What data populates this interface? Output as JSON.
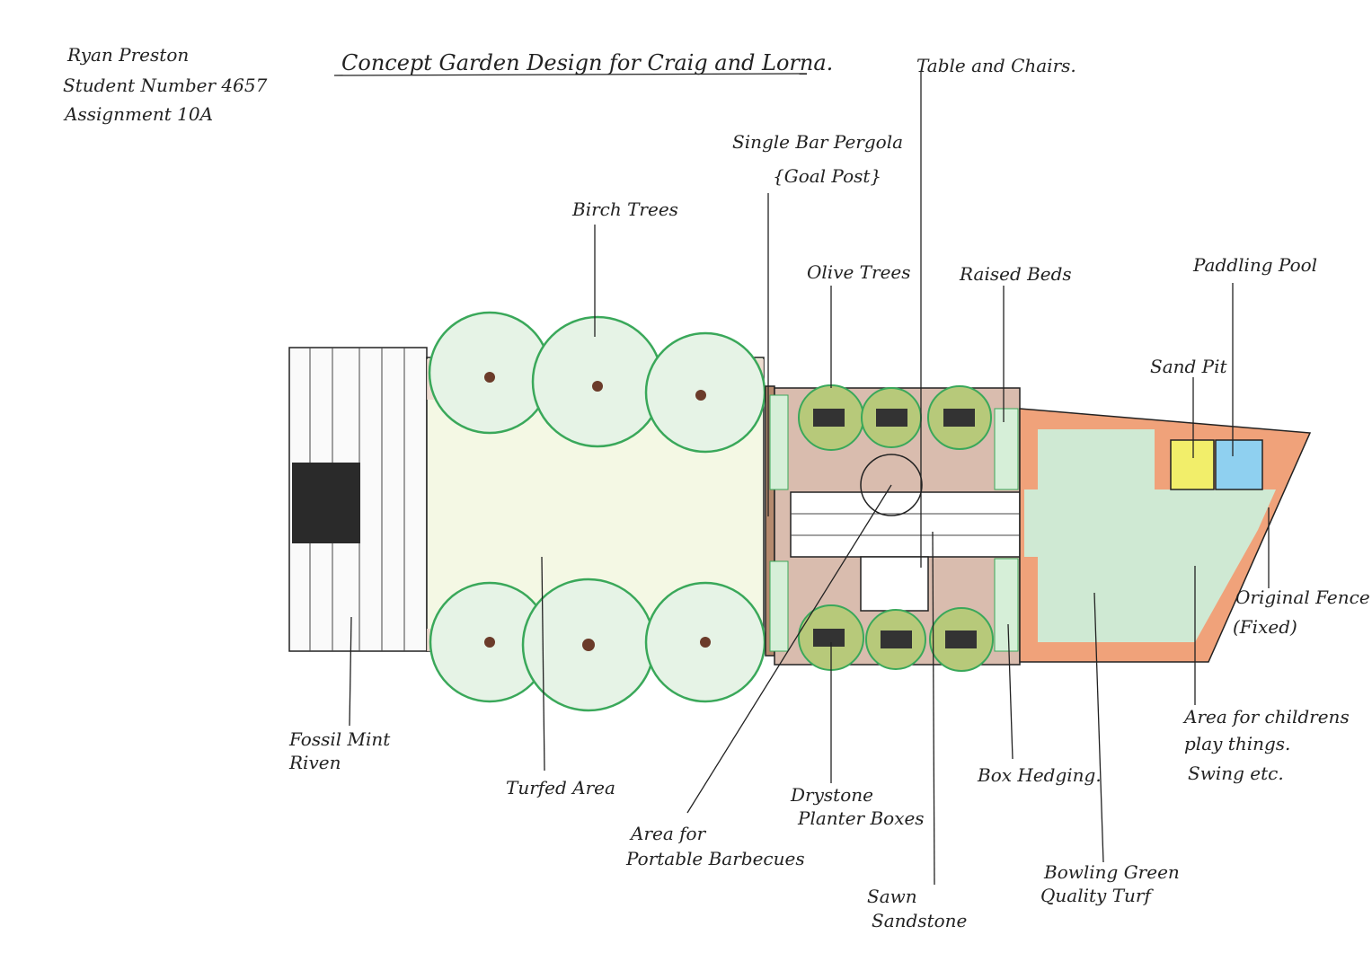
{
  "author": {
    "name": "Ryan Preston",
    "student_number": "Student Number 4657",
    "assignment": "Assignment 10A"
  },
  "title": "Concept Garden Design for Craig and Lorna.",
  "labels": {
    "table_chairs": "Table and Chairs.",
    "pergola": "Single Bar Pergola",
    "pergola_note": "{Goal Post}",
    "birch": "Birch Trees",
    "olive": "Olive Trees",
    "raised_beds": "Raised Beds",
    "paddling_pool": "Paddling Pool",
    "sand_pit": "Sand Pit",
    "fence_1": "Original Fence",
    "fence_2": "(Fixed)",
    "children_1": "Area for childrens",
    "children_2": "play things.",
    "children_3": "Swing etc.",
    "box_hedging": "Box Hedging.",
    "bowling_1": "Bowling Green",
    "bowling_2": "Quality Turf",
    "sandstone_1": "Sawn",
    "sandstone_2": "Sandstone",
    "drystone_1": "Drystone",
    "drystone_2": "Planter Boxes",
    "bbq_1": "Area for",
    "bbq_2": "Portable Barbecues",
    "turfed": "Turfed Area",
    "fossil_1": "Fossil Mint",
    "fossil_2": "Riven"
  },
  "colors": {
    "turf": "#cfe9d3",
    "tree": "#e6f3e6",
    "tree_edge": "#3aa85a",
    "olive": "#b7c97a",
    "deck": "#c9a99a",
    "border": "#f0a27a",
    "sand": "#f2ee6a",
    "pool": "#8fd0f0",
    "paving_dark": "#2a2a2a"
  }
}
